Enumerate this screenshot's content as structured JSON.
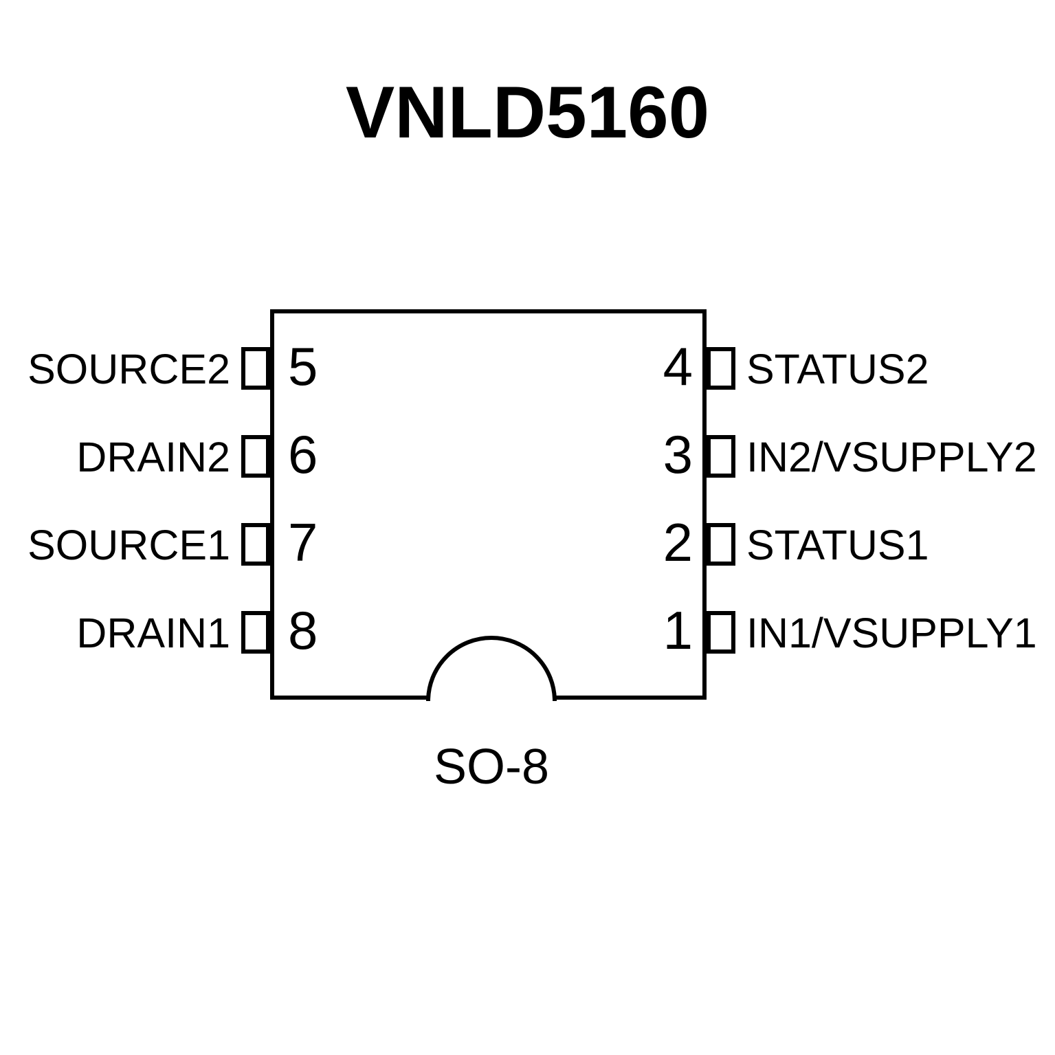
{
  "title": "VNLD5160",
  "package": {
    "name": "SO-8",
    "notch_shape": "semicircle-arc-bottom"
  },
  "colors": {
    "outline": "#000000",
    "background": "#ffffff",
    "text": "#000000"
  },
  "pins": {
    "left": [
      {
        "number": "5",
        "label": "SOURCE2"
      },
      {
        "number": "6",
        "label": "DRAIN2"
      },
      {
        "number": "7",
        "label": "SOURCE1"
      },
      {
        "number": "8",
        "label": "DRAIN1"
      }
    ],
    "right": [
      {
        "number": "4",
        "label": "STATUS2"
      },
      {
        "number": "3",
        "label": "IN2/VSUPPLY2"
      },
      {
        "number": "2",
        "label": "STATUS1"
      },
      {
        "number": "1",
        "label": "IN1/VSUPPLY1"
      }
    ]
  }
}
